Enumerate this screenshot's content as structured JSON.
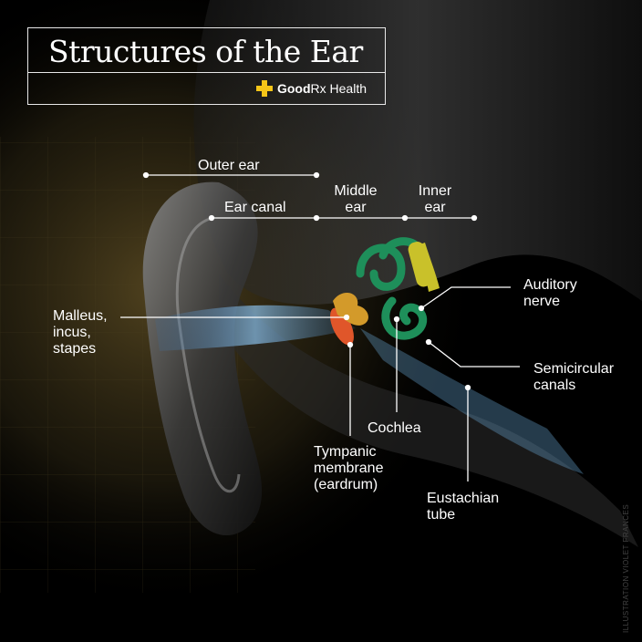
{
  "title": "Structures of the Ear",
  "brand": {
    "bold": "Good",
    "light": "Rx Health"
  },
  "labels": {
    "outer_ear": "Outer ear",
    "ear_canal": "Ear canal",
    "middle_ear": "Middle\near",
    "inner_ear": "Inner\near",
    "ossicles": "Malleus,\nincus,\nstapes",
    "auditory_nerve": "Auditory\nnerve",
    "semicircular_canals": "Semicircular\ncanals",
    "cochlea": "Cochlea",
    "tympanic_membrane": "Tympanic\nmembrane\n(eardrum)",
    "eustachian_tube": "Eustachian\ntube"
  },
  "credit": "ILLUSTRATION VIOLET FRANCES",
  "colors": {
    "background": "#000000",
    "text": "#ffffff",
    "leader_lines": "#ffffff",
    "brand_yellow": "#f5c518",
    "cochlea_green": "#1e8f5a",
    "nerve_yellow": "#c9c12a",
    "eardrum_orange": "#e0562a",
    "canal_blue": "#6aa8d8"
  }
}
